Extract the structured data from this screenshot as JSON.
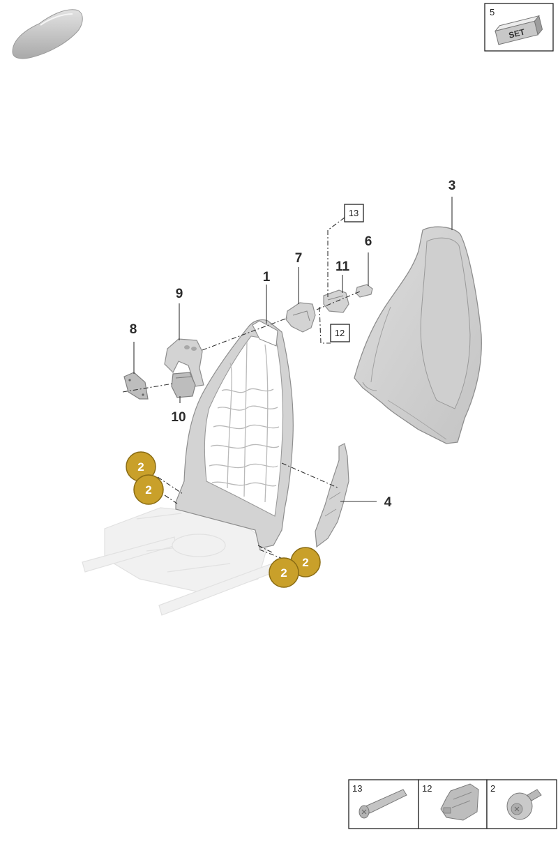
{
  "set_box": {
    "number": "5",
    "tag_text": "SET"
  },
  "callouts": {
    "c1": "1",
    "c3": "3",
    "c4": "4",
    "c6": "6",
    "c7": "7",
    "c8": "8",
    "c9": "9",
    "c10": "10",
    "c11": "11"
  },
  "boxed_refs": {
    "r12": "12",
    "r13": "13"
  },
  "fastener_badges": [
    "2",
    "2",
    "2",
    "2"
  ],
  "legend": [
    {
      "number": "13",
      "icon": "bolt-icon"
    },
    {
      "number": "12",
      "icon": "clip-icon"
    },
    {
      "number": "2",
      "icon": "cap-nut-icon"
    }
  ],
  "colors": {
    "badge": "#c9a02a",
    "part": "#d3d3d3",
    "faded_part": "#f1f1f1"
  }
}
